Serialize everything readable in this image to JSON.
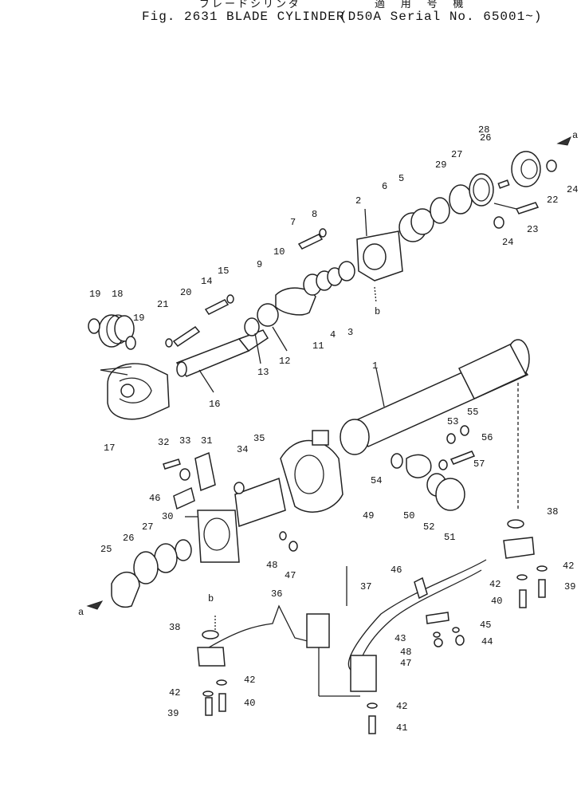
{
  "header": {
    "japanese_title": "ブレードシリンダ",
    "japanese_serial_label": "適 用 号 機",
    "figure_title": "Fig. 2631  BLADE CYLINDER",
    "serial_range": "(D50A Serial No. 65001~)"
  },
  "callouts": {
    "p1": "1",
    "p2": "2",
    "p3": "3",
    "p4": "4",
    "p5": "5",
    "p6": "6",
    "p7": "7",
    "p8": "8",
    "p9": "9",
    "p10": "10",
    "p11": "11",
    "p12": "12",
    "p13": "13",
    "p14": "14",
    "p15": "15",
    "p16": "16",
    "p17": "17",
    "p18": "18",
    "p19a": "19",
    "p19b": "19",
    "p20": "20",
    "p21": "21",
    "p22": "22",
    "p23": "23",
    "p24a": "24",
    "p24b": "24",
    "p25": "25",
    "p26a": "26",
    "p26b": "26",
    "p27a": "27",
    "p27b": "27",
    "p28": "28",
    "p29": "29",
    "p30": "30",
    "p31": "31",
    "p32": "32",
    "p33": "33",
    "p34": "34",
    "p35": "35",
    "p36": "36",
    "p37": "37",
    "p38a": "38",
    "p38b": "38",
    "p39a": "39",
    "p39b": "39",
    "p40a": "40",
    "p40b": "40",
    "p41": "41",
    "p42a": "42",
    "p42b": "42",
    "p42c": "42",
    "p42d": "42",
    "p42e": "42",
    "p43": "43",
    "p44": "44",
    "p45": "45",
    "p46a": "46",
    "p46b": "46",
    "p47a": "47",
    "p47b": "47",
    "p48a": "48",
    "p48b": "48",
    "p49": "49",
    "p50": "50",
    "p51": "51",
    "p52": "52",
    "p53": "53",
    "p54": "54",
    "p55": "55",
    "p56": "56",
    "p57": "57",
    "ref_a1": "a",
    "ref_a2": "a",
    "ref_b1": "b",
    "ref_b2": "b"
  }
}
